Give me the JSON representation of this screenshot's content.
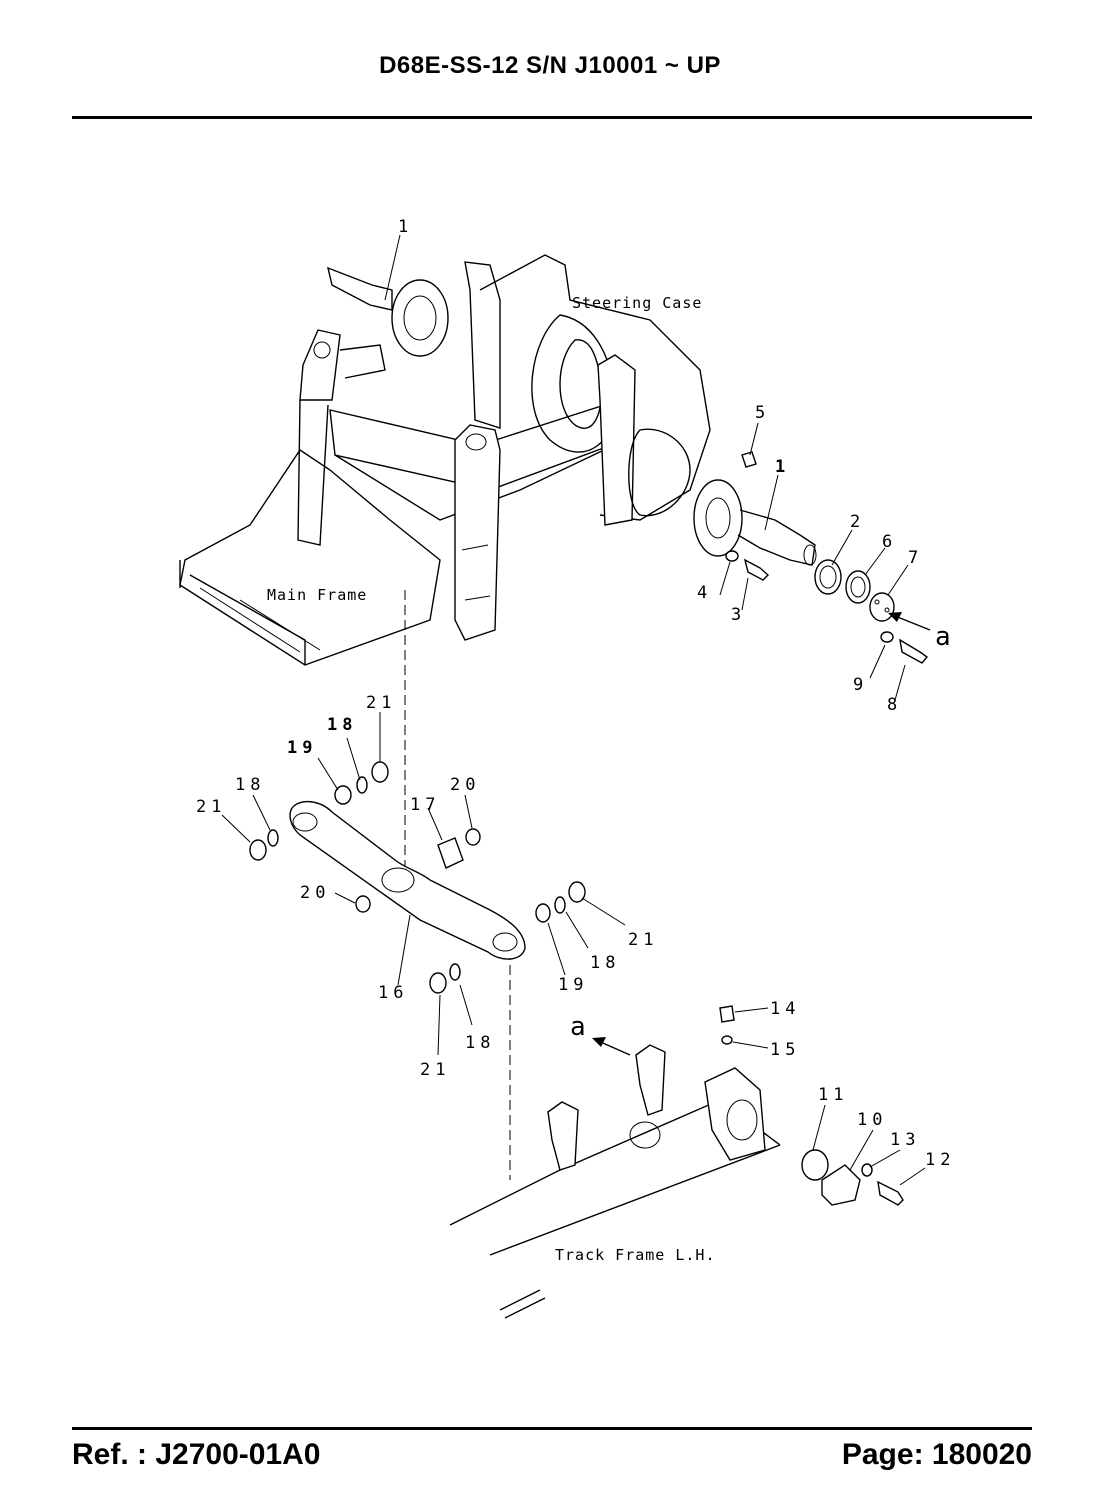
{
  "header": {
    "title": "D68E-SS-12  S/N  J10001 ~ UP"
  },
  "footer": {
    "ref": "Ref. : J2700-01A0",
    "page": "Page: 180020"
  },
  "diagram": {
    "part_labels": {
      "steering_case": "Steering Case",
      "main_frame": "Main Frame",
      "track_frame": "Track Frame L.H."
    },
    "callouts": {
      "c1_top": "1",
      "c1_right": "1",
      "c2": "2",
      "c3": "3",
      "c4": "4",
      "c5": "5",
      "c6": "6",
      "c7": "7",
      "c8": "8",
      "c9": "9",
      "c10": "10",
      "c11": "11",
      "c12": "12",
      "c13": "13",
      "c14": "14",
      "c15": "15",
      "c16": "16",
      "c17": "17",
      "c18_a": "18",
      "c18_b": "18",
      "c18_c": "18",
      "c18_d": "18",
      "c19_a": "19",
      "c19_b": "19",
      "c20_a": "20",
      "c20_b": "20",
      "c21_a": "21",
      "c21_b": "21",
      "c21_c": "21",
      "c21_d": "21",
      "view_a_right": "a",
      "view_a_left": "a"
    }
  }
}
